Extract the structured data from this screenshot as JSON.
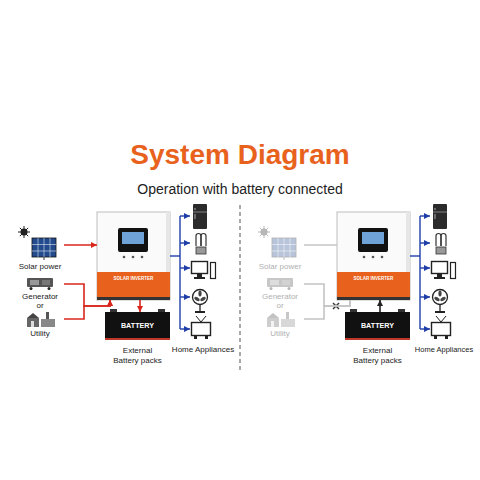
{
  "diagram": {
    "title": "System Diagram",
    "caption": "Operation with battery connected",
    "nodes": [
      {
        "text": [
          "Solar power"
        ]
      },
      {
        "text": [
          "Generator"
        ]
      },
      {
        "text": [
          "Utility"
        ]
      },
      {
        "text": [
          "SOLAR INVERTER"
        ]
      },
      {
        "text": [
          "BATTERY",
          "External Battery packs"
        ]
      },
      {
        "text": [
          "Solar power"
        ]
      },
      {
        "text": [
          "Generator"
        ]
      },
      {
        "text": [
          "Utility"
        ]
      },
      {
        "text": [
          "SOLAR INVERTER"
        ]
      },
      {
        "text": [
          "BATTERY",
          "External Battery packs"
        ]
      }
    ],
    "edges": [
      {
        "from": 0,
        "to": 3,
        "arrow": "to"
      },
      {
        "from": 1,
        "to": 3,
        "arrow": "to"
      },
      {
        "from": 2,
        "to": 3,
        "arrow": "to"
      },
      {
        "from": 3,
        "to": 4,
        "arrow": "to"
      },
      {
        "from": 5,
        "to": 8,
        "arrow": "none"
      },
      {
        "from": 6,
        "to": 8,
        "arrow": "none"
      },
      {
        "from": 7,
        "to": 8,
        "arrow": "none"
      },
      {
        "from": 9,
        "to": 8,
        "arrow": "to"
      }
    ],
    "labels": [
      "or",
      "Home Appliances",
      "or",
      "Home Appliances"
    ]
  }
}
